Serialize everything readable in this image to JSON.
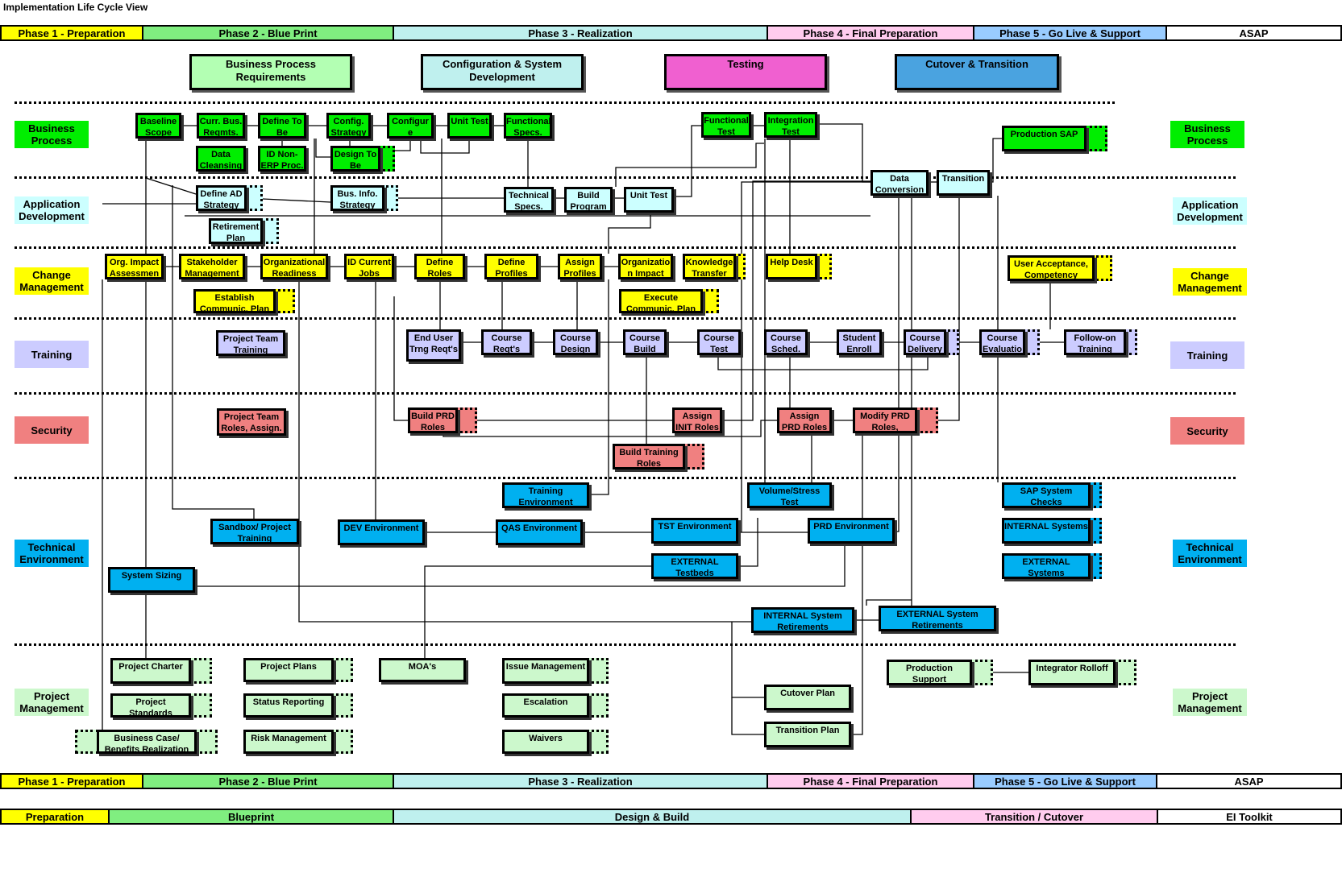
{
  "title": "Implementation Life Cycle View",
  "top_bar": [
    {
      "label": "Phase 1 - Preparation",
      "color": "#ffff00"
    },
    {
      "label": "Phase 2 - Blue Print",
      "color": "#80ee80"
    },
    {
      "label": "Phase 3 - Realization",
      "color": "#bff0ee"
    },
    {
      "label": "Phase 4 - Final Preparation",
      "color": "#ffccee"
    },
    {
      "label": "Phase 5 - Go Live & Support",
      "color": "#99ccff"
    },
    {
      "label": "ASAP",
      "color": "#ffffff"
    }
  ],
  "bottom_bar": [
    {
      "label": "Phase 1 - Preparation",
      "color": "#ffff00"
    },
    {
      "label": "Phase 2 - Blue Print",
      "color": "#80ee80"
    },
    {
      "label": "Phase 3 - Realization",
      "color": "#bff0ee"
    },
    {
      "label": "Phase 4 - Final Preparation",
      "color": "#ffccee"
    },
    {
      "label": "Phase 5 - Go Live & Support",
      "color": "#99ccff"
    },
    {
      "label": "ASAP",
      "color": "#ffffff"
    }
  ],
  "toolkit_bar": [
    {
      "label": "Preparation",
      "color": "#ffff00"
    },
    {
      "label": "Blueprint",
      "color": "#80ee80"
    },
    {
      "label": "Design & Build",
      "color": "#bff0ee"
    },
    {
      "label": "Transition / Cutover",
      "color": "#ffccee"
    },
    {
      "label": "EI Toolkit",
      "color": "#ffffff"
    }
  ],
  "headers": [
    {
      "label": "Business Process Requirements",
      "color": "#b3ffb3"
    },
    {
      "label": "Configuration & System Development",
      "color": "#bff0ee"
    },
    {
      "label": "Testing",
      "color": "#f060d0"
    },
    {
      "label": "Cutover & Transition",
      "color": "#4aa3e0"
    }
  ],
  "lanes": [
    {
      "label": "Business Process",
      "color": "#00ee00"
    },
    {
      "label": "Application Development",
      "color": "#ccffff"
    },
    {
      "label": "Change Management",
      "color": "#ffff00"
    },
    {
      "label": "Training",
      "color": "#ccccff"
    },
    {
      "label": "Security",
      "color": "#f08080"
    },
    {
      "label": "Technical Environment",
      "color": "#00b0f0"
    },
    {
      "label": "Project Management",
      "color": "#ccf8cc"
    }
  ],
  "boxes": {
    "baseline_scope": "Baseline Scope",
    "curr_bus_reqmts": "Curr. Bus. Reqmts.",
    "define_to_be": "Define To Be",
    "config_strategy": "Config. Strategy",
    "configure": "Configur e",
    "unit_test_bp": "Unit Test",
    "functional_specs": "Functional Specs.",
    "data_cleansing": "Data Cleansing",
    "id_non_erp": "ID Non- ERP Proc.",
    "design_to_be": "Design To Be",
    "functional_test": "Functional Test",
    "integration_test": "Integration Test",
    "production_sap": "Production SAP",
    "define_ad_strategy": "Define AD Strategy",
    "bus_info_strategy": "Bus. Info. Strategy",
    "technical_specs": "Technical Specs.",
    "build_program": "Build Program",
    "unit_test_ad": "Unit Test",
    "data_conversion": "Data Conversion",
    "transition": "Transition",
    "retirement_plan": "Retirement Plan",
    "org_impact": "Org. Impact Assessmen",
    "stakeholder_mgmt": "Stakeholder Management",
    "org_readiness": "Organizational Readiness",
    "id_current_jobs": "ID Current Jobs",
    "define_roles": "Define Roles",
    "define_profiles": "Define Profiles",
    "assign_profiles": "Assign Profiles",
    "organization_impact": "Organizatio n Impact",
    "knowledge_transfer": "Knowledge Transfer",
    "help_desk": "Help Desk",
    "user_acceptance": "User Acceptance, Competency",
    "establish_comm_plan": "Establish Communic. Plan",
    "execute_comm_plan": "Execute Communic. Plan",
    "project_team_training": "Project Team Training",
    "end_user_trng_reqts": "End User Trng Reqt's",
    "course_reqts": "Course Reqt's",
    "course_design": "Course Design",
    "course_build": "Course Build",
    "course_test": "Course Test",
    "course_sched": "Course Sched.",
    "student_enroll": "Student Enroll",
    "course_delivery": "Course Delivery",
    "course_evaluation": "Course Evaluatio",
    "follow_on_training": "Follow-on Training",
    "project_team_roles": "Project Team Roles, Assign.",
    "build_prd_roles": "Build PRD Roles",
    "assign_init_roles": "Assign INIT Roles",
    "assign_prd_roles": "Assign PRD Roles",
    "modify_prd_roles": "Modify PRD Roles, Assign.",
    "build_training_roles": "Build Training Roles",
    "training_environment": "Training Environment",
    "volume_stress_test": "Volume/Stress Test",
    "sap_system_checks": "SAP System Checks",
    "sandbox_project_training": "Sandbox/ Project Training",
    "dev_environment": "DEV Environment",
    "qas_environment": "QAS Environment",
    "tst_environment": "TST Environment",
    "prd_environment": "PRD Environment",
    "internal_systems": "INTERNAL Systems",
    "external_testbeds": "EXTERNAL Testbeds",
    "external_systems": "EXTERNAL Systems",
    "system_sizing": "System Sizing",
    "internal_system_retirements": "INTERNAL System Retirements",
    "external_system_retirements": "EXTERNAL System Retirements",
    "project_charter": "Project Charter",
    "project_plans": "Project Plans",
    "moas": "MOA's",
    "issue_management": "Issue Management",
    "production_support": "Production Support",
    "integrator_rolloff": "Integrator Rolloff",
    "project_standards": "Project Standards",
    "status_reporting": "Status Reporting",
    "escalation": "Escalation",
    "cutover_plan": "Cutover Plan",
    "business_case": "Business Case/ Benefits Realization",
    "risk_management": "Risk Management",
    "waivers": "Waivers",
    "transition_plan": "Transition Plan"
  }
}
